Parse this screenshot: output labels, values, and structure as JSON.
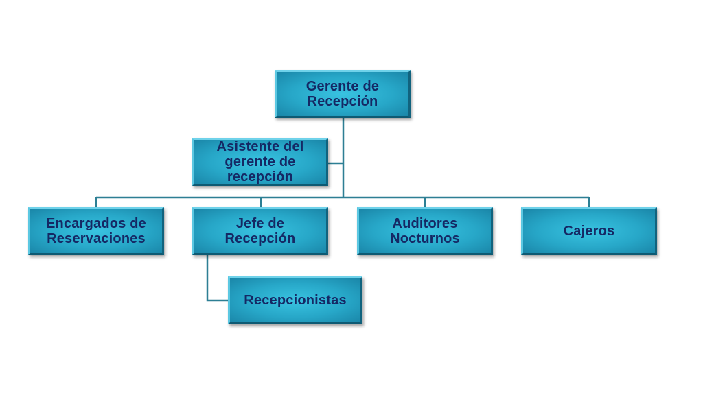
{
  "org_chart": {
    "top": {
      "line1": "Gerente de",
      "line2": "Recepción"
    },
    "assistant": {
      "line1": "Asistente del",
      "line2": "gerente de",
      "line3": "recepción"
    },
    "level2": [
      {
        "line1": "Encargados de",
        "line2": "Reservaciones"
      },
      {
        "line1": "Jefe de",
        "line2": "Recepción"
      },
      {
        "line1": "Auditores",
        "line2": "Nocturnos"
      },
      {
        "line1": "Cajeros"
      }
    ],
    "level3": {
      "line1": "Recepcionistas"
    }
  },
  "colors": {
    "box_fill": "#27a7c8",
    "box_text": "#152864",
    "connector": "#2d7f94"
  }
}
